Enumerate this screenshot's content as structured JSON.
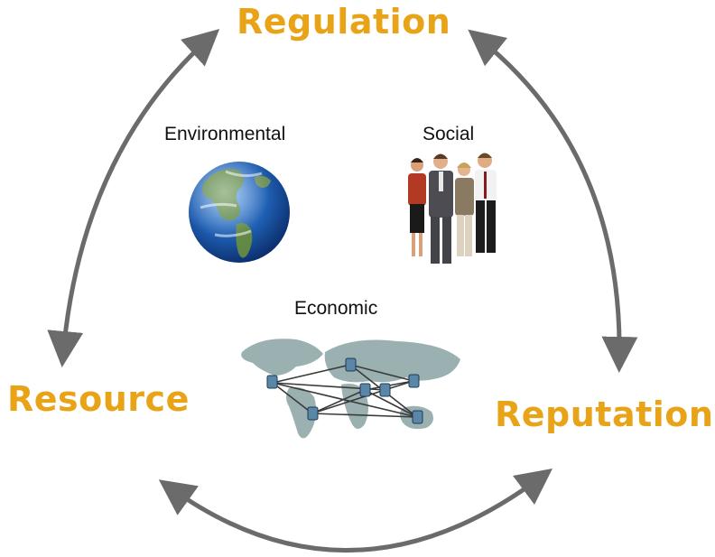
{
  "labels": {
    "regulation": "Regulation",
    "resource": "Resource",
    "reputation": "Reputation",
    "environmental": "Environmental",
    "social": "Social",
    "economic": "Economic"
  },
  "colors": {
    "accent": "#e8a317",
    "arrow": "#6b6b6b"
  },
  "icons": {
    "environmental": "earth-globe-icon",
    "social": "business-people-icon",
    "economic": "world-network-map-icon"
  }
}
